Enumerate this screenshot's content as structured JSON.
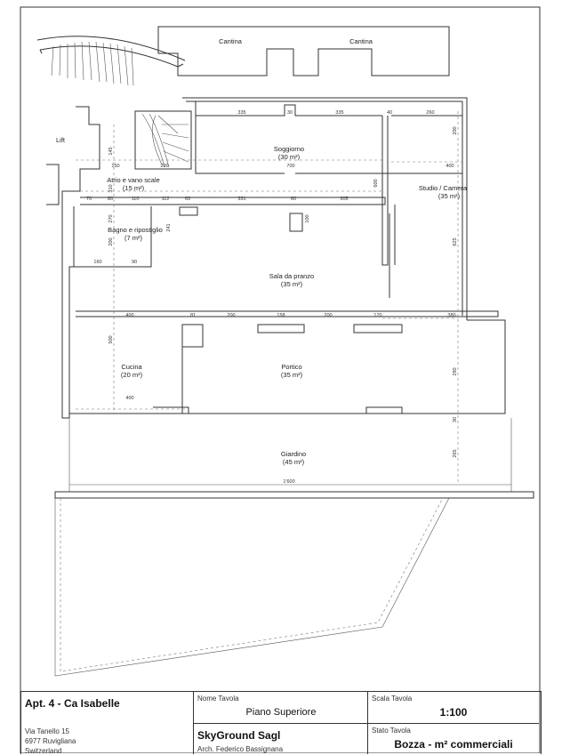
{
  "rooms": {
    "cantina_left": "Cantina",
    "cantina_right": "Cantina",
    "lift": "Lift",
    "soggiorno": "Soggiorno",
    "soggiorno_area": "(30 m²)",
    "atrio": "Atrio e vano scale",
    "atrio_area": "(15 m²)",
    "studio": "Studio / Camera",
    "studio_area": "(35 m²)",
    "bagno": "Bagno e ripostiglio",
    "bagno_area": "(7 m²)",
    "sala": "Sala da pranzo",
    "sala_area": "(35 m²)",
    "cucina": "Cucina",
    "cucina_area": "(20 m²)",
    "portico": "Portico",
    "portico_area": "(35 m²)",
    "giardino": "Giardino",
    "giardino_area": "(45 m²)"
  },
  "dimensions": {
    "d335a": "335",
    "d30": "30",
    "d335b": "335",
    "d40": "40",
    "d260": "260",
    "d200r": "200",
    "d700": "700",
    "d400r": "400",
    "d600v": "600",
    "d625": "625",
    "d145": "145",
    "d150": "150",
    "d200a": "200",
    "d70": "70",
    "d80": "80",
    "d110": "110",
    "d112": "112",
    "d63": "63",
    "d331": "331",
    "d60": "60",
    "d305": "305",
    "d100": "100",
    "d310": "310",
    "d270": "270",
    "d241": "241",
    "d200b": "200",
    "d160": "160",
    "d90": "90",
    "d400c": "400",
    "d81": "81",
    "d200c": "200",
    "d158": "158",
    "d200d": "200",
    "d170": "170",
    "d380": "380",
    "d500": "500",
    "d290": "290",
    "d400d": "400",
    "d30b": "30",
    "d265": "265",
    "d1600": "1'600"
  },
  "title_block": {
    "project": "Apt. 4 - Ca Isabelle",
    "address_line1": "Via Tanello 15",
    "address_line2": "6977 Ruvigliana",
    "address_line3": "Switzerland",
    "nome_tavola_label": "Nome Tavola",
    "nome_tavola": "Piano Superiore",
    "scala_label": "Scala Tavola",
    "scala": "1:100",
    "company": "SkyGround Sagl",
    "architect": "Arch. Federico Bassignana",
    "stato_label": "Stato Tavola",
    "stato": "Bozza - m² commerciali"
  }
}
